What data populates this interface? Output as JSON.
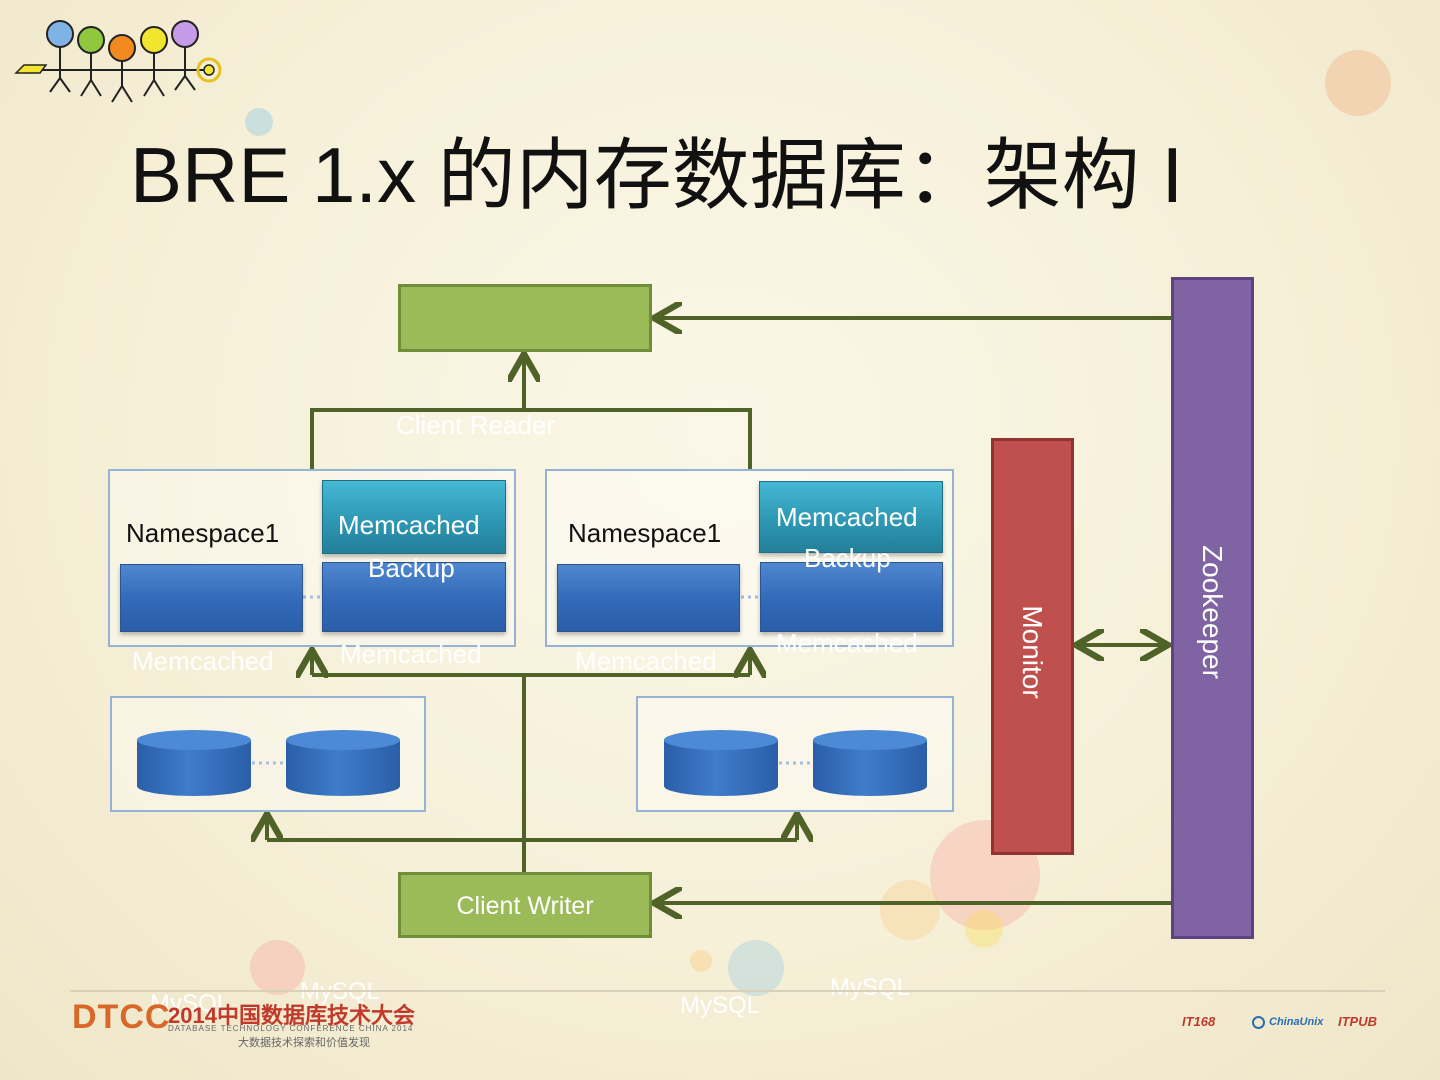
{
  "title": "BRE 1.x 的内存数据库：架构 I",
  "diagram": {
    "client_reader": "Client Reader",
    "client_writer": "Client Writer",
    "monitor": "Monitor",
    "zookeeper": "Zookeeper",
    "namespace_left": "Namespace1",
    "namespace_right": "Namespace1",
    "memcached_backup_line1": "Memcached",
    "memcached_backup_line2": "Backup",
    "memcached_left_a": "Memcached",
    "memcached_left_b": "Memcached",
    "memcached_right_a": "Memcached",
    "memcached_right_b": "Memcached",
    "mysql_1": "MySQL",
    "mysql_2": "MySQL",
    "mysql_3": "MySQL",
    "mysql_4": "MySQL"
  },
  "footer": {
    "brand": "DTCC",
    "event_cn": "2014中国数据库技术大会",
    "event_en": "DATABASE TECHNOLOGY CONFERENCE CHINA 2014",
    "slogan_cn": "大数据技术探索和价值发现",
    "sponsor_1": "IT168",
    "sponsor_2": "ChinaUnix",
    "sponsor_3": "ITPUB"
  },
  "colors": {
    "green": "#9bbb59",
    "purple": "#7f63a2",
    "red": "#c0504d",
    "blue": "#3269b8",
    "teal": "#2c95b2",
    "arrow": "#4f6228"
  }
}
